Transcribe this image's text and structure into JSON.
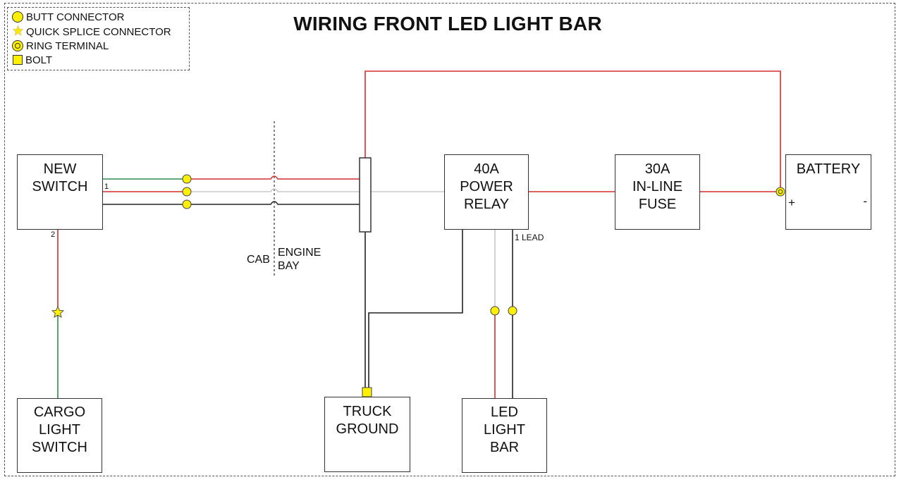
{
  "title": "WIRING FRONT LED LIGHT BAR",
  "legend": [
    {
      "symbol": "circle",
      "label": "BUTT CONNECTOR"
    },
    {
      "symbol": "star",
      "label": "QUICK SPLICE CONNECTOR"
    },
    {
      "symbol": "ring",
      "label": "RING TERMINAL"
    },
    {
      "symbol": "square",
      "label": "BOLT"
    }
  ],
  "components": {
    "new_switch": {
      "lines": [
        "NEW",
        "SWITCH"
      ]
    },
    "cargo_switch": {
      "lines": [
        "CARGO",
        "LIGHT",
        "SWITCH"
      ]
    },
    "relay": {
      "lines": [
        "40A",
        "POWER",
        "RELAY"
      ]
    },
    "fuse": {
      "lines": [
        "30A",
        "IN-LINE",
        "FUSE"
      ]
    },
    "battery": {
      "lines": [
        "BATTERY"
      ],
      "positive": "+",
      "negative": "-"
    },
    "truck_ground": {
      "lines": [
        "TRUCK",
        "GROUND"
      ]
    },
    "led_bar": {
      "lines": [
        "LED",
        "LIGHT",
        "BAR"
      ]
    }
  },
  "labels": {
    "pin1": "1",
    "pin2": "2",
    "cab": "CAB",
    "engine_bay": [
      "ENGINE",
      "BAY"
    ],
    "lead": "1 LEAD"
  },
  "colors": {
    "red_wire": "#d32f2f",
    "green_wire": "#2e8b57",
    "white_wire": "#c8c8c8",
    "black_wire": "#222222",
    "connector": "#ffef00"
  }
}
